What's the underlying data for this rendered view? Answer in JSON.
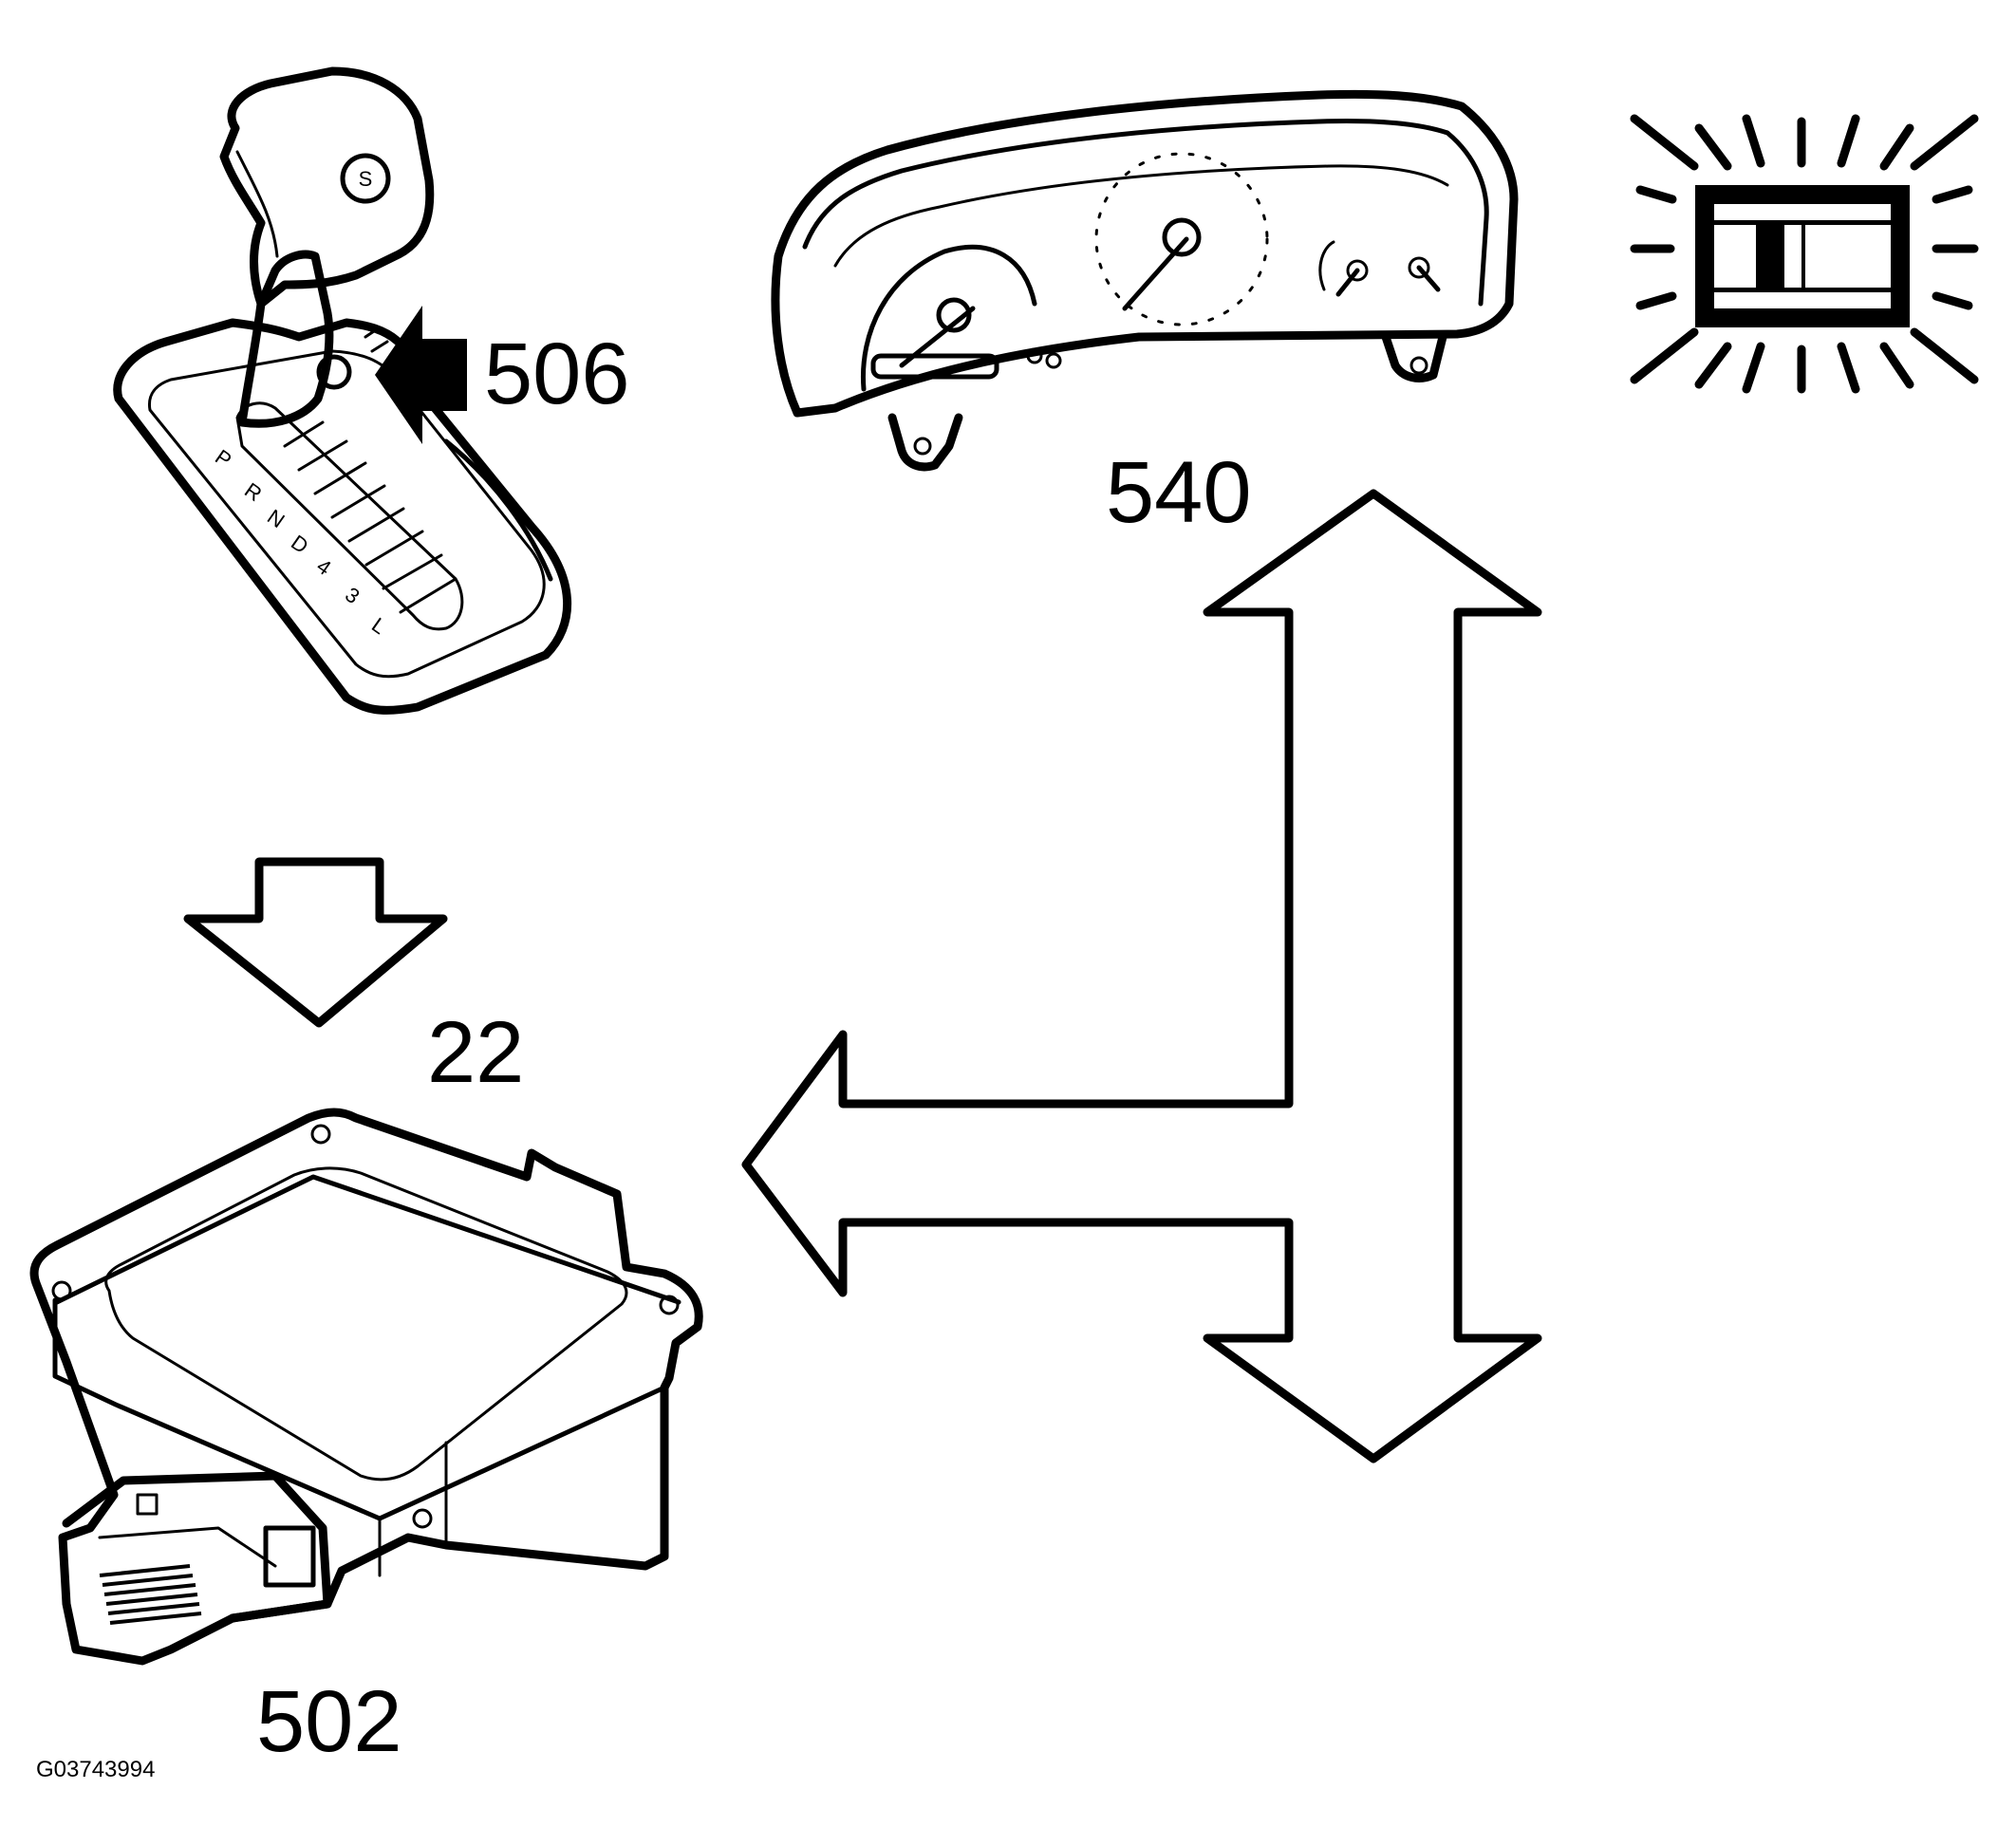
{
  "labels": {
    "shifter": "506",
    "cluster": "540",
    "signal": "22",
    "module": "502"
  },
  "gear_positions": [
    "P",
    "R",
    "N",
    "D",
    "4",
    "3",
    "L"
  ],
  "figure_code": "G03743994",
  "colors": {
    "ink": "#000000",
    "paper": "#ffffff"
  },
  "icons": [
    "shift-lever-icon",
    "instrument-cluster-icon",
    "warning-lamp-icon",
    "control-module-icon"
  ]
}
